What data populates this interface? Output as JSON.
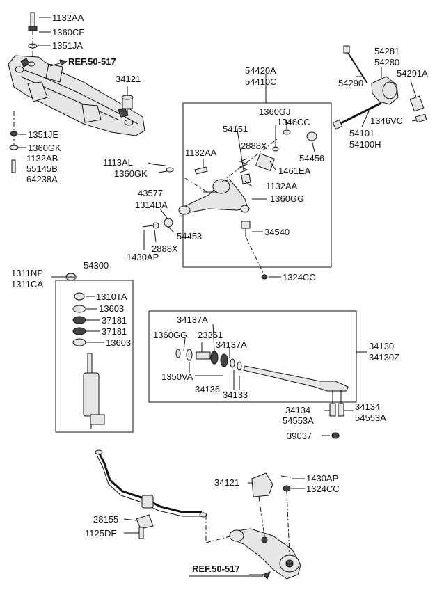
{
  "labels": [
    "1132AA",
    "1360CF",
    "1351JA",
    "REF.50-517",
    "34121",
    "1351JE",
    "1360GK",
    "1132AB",
    "55145B",
    "64238A",
    "54420A",
    "54410C",
    "1360GJ",
    "1346CC",
    "54151",
    "2888X",
    "54456",
    "1461EA",
    "1113AL",
    "1132AA",
    "1360GK",
    "1132AA",
    "43577",
    "1360GG",
    "1314DA",
    "54453",
    "34540",
    "2888X",
    "1430AP",
    "1324CC",
    "54281",
    "54280",
    "54291A",
    "54290",
    "1346VC",
    "54101",
    "54100H",
    "1311NP",
    "1311CA",
    "54300",
    "1310TA",
    "13603",
    "37181",
    "37181",
    "13603",
    "34137A",
    "1360GG",
    "23361",
    "34137A",
    "34130",
    "34130Z",
    "1350VA",
    "34136",
    "34133",
    "34134",
    "54553A",
    "34134",
    "54553A",
    "39037",
    "34121",
    "1430AP",
    "1324CC",
    "28155",
    "1125DE",
    "REF.50-517"
  ]
}
